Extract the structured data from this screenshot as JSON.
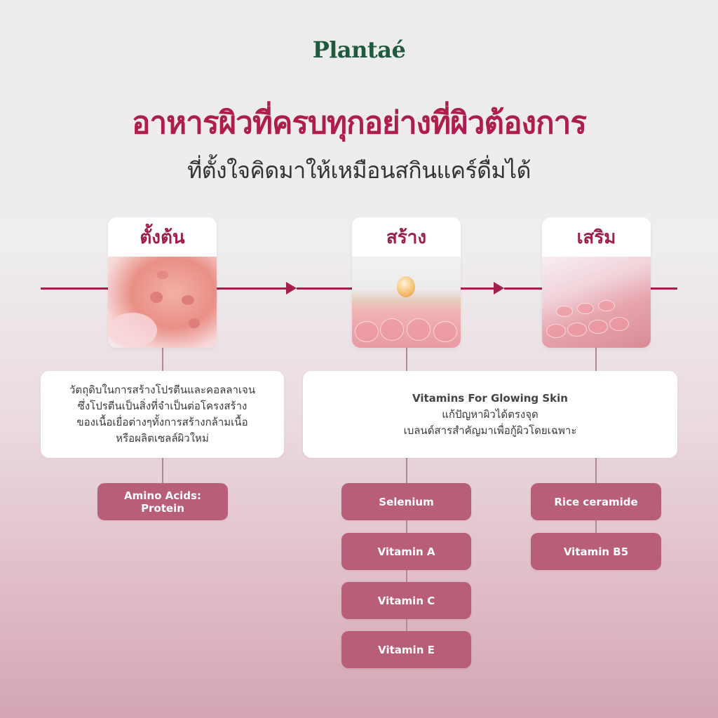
{
  "brand": {
    "logo": "Plantaé"
  },
  "header": {
    "title": "อาหารผิวที่ครบทุกอย่างที่ผิวต้องการ",
    "subtitle": "ที่ตั้งใจคิดมาให้เหมือนสกินแคร์ดื่มได้"
  },
  "colors": {
    "accent": "#ad1f4a",
    "pill": "#b85e79",
    "logo": "#1f5a3f"
  },
  "stages": [
    {
      "label": "ตั้งต้น",
      "image": "skin-layer-image"
    },
    {
      "label": "สร้าง",
      "image": "serum-drop-skin-cells-image"
    },
    {
      "label": "เสริม",
      "image": "skin-barrier-glow-image"
    }
  ],
  "descriptions": {
    "foundation": {
      "lines": [
        "วัตถุดิบในการสร้างโปรตีนและคอลลาเจน",
        "ซึ่งโปรตีนเป็นสิ่งที่จำเป็นต่อโครงสร้าง",
        "ของเนื้อเยื่อต่างๆทั้งการสร้างกล้ามเนื้อ",
        "หรือผลิตเซลล์ผิวใหม่"
      ]
    },
    "build_boost": {
      "heading": "Vitamins For Glowing Skin",
      "lines": [
        "แก้ปัญหาผิวได้ตรงจุด",
        "เบลนด์สารสำคัญมาเพื่อกู้ผิวโดยเฉพาะ"
      ]
    }
  },
  "ingredients": {
    "foundation": [
      "Amino Acids: Protein"
    ],
    "build": [
      "Selenium",
      "Vitamin A",
      "Vitamin C",
      "Vitamin E"
    ],
    "boost": [
      "Rice ceramide",
      "Vitamin B5"
    ]
  }
}
